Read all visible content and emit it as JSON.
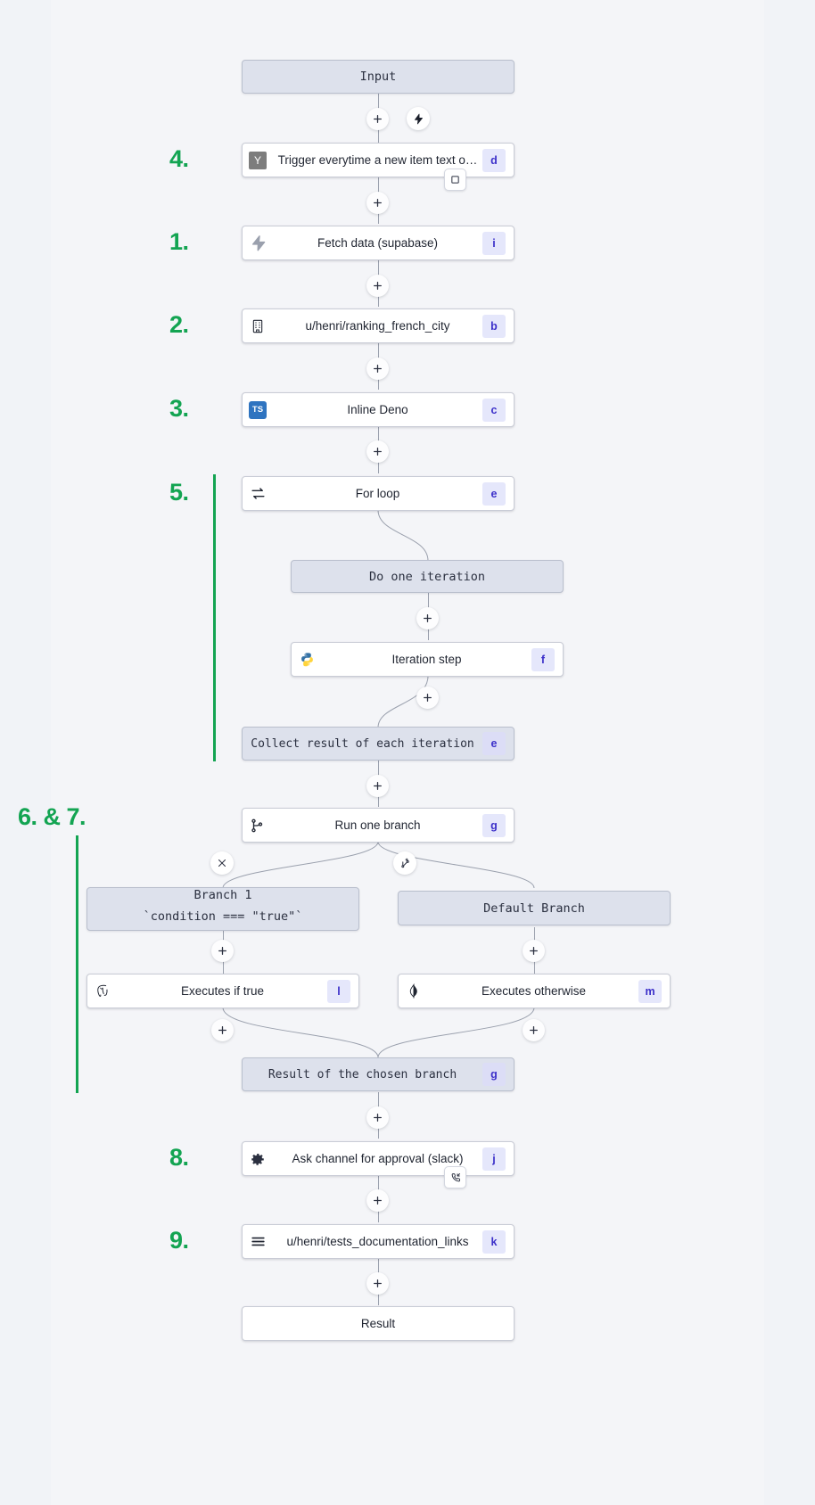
{
  "theme": {
    "background": "#f1f3f7",
    "accent_green": "#13a452",
    "badge_bg": "#e5e7fb",
    "badge_text": "#3b2fc9",
    "mono_node_bg": "#dde1ec",
    "node_border": "#c9ccd6",
    "edge_color": "#9aa0ad"
  },
  "flow": {
    "start": {
      "label": "Input",
      "icon": "none"
    },
    "end": {
      "label": "Result",
      "icon": "none"
    },
    "steps": [
      {
        "number": "4.",
        "label": "Trigger everytime a new item text o…",
        "badge": "d",
        "icon": "yaml-icon",
        "attachment_icon": "square-icon"
      },
      {
        "number": "1.",
        "label": "Fetch data (supabase)",
        "badge": "i",
        "icon": "supabase-bolt-icon"
      },
      {
        "number": "2.",
        "label": "u/henri/ranking_french_city",
        "badge": "b",
        "icon": "building-icon"
      },
      {
        "number": "3.",
        "label": "Inline Deno",
        "badge": "c",
        "icon": "typescript-icon"
      },
      {
        "number": "5.",
        "label": "For loop",
        "badge": "e",
        "icon": "loop-arrows-icon"
      }
    ],
    "loop": {
      "header": {
        "label": "Do one iteration",
        "icon": "none"
      },
      "body": {
        "label": "Iteration step",
        "badge": "f",
        "icon": "python-icon"
      },
      "footer": {
        "label": "Collect result of each iteration",
        "badge": "e"
      }
    },
    "branch": {
      "number": "6. & 7.",
      "node": {
        "label": "Run one branch",
        "badge": "g",
        "icon": "branch-fork-icon"
      },
      "left_marker_icon": "close-x-icon",
      "right_marker_icon": "branch-add-icon",
      "left": {
        "header_line1": "Branch 1",
        "header_line2": "`condition === \"true\"`",
        "step": {
          "label": "Executes if true",
          "badge": "l",
          "icon": "postgres-icon"
        }
      },
      "right": {
        "header_line1": "Default Branch",
        "header_line2": "",
        "step": {
          "label": "Executes otherwise",
          "badge": "m",
          "icon": "mongodb-icon"
        }
      },
      "footer": {
        "label": "Result of the chosen branch",
        "badge": "g"
      }
    },
    "tail_steps": [
      {
        "number": "8.",
        "label": "Ask channel for approval (slack)",
        "badge": "j",
        "icon": "gear-icon",
        "attachment_icon": "phone-incoming-icon"
      },
      {
        "number": "9.",
        "label": "u/henri/tests_documentation_links",
        "badge": "k",
        "icon": "menu-lines-icon"
      }
    ],
    "trigger_icon": "lightning-bolt-icon",
    "add_icon": "plus-icon"
  }
}
